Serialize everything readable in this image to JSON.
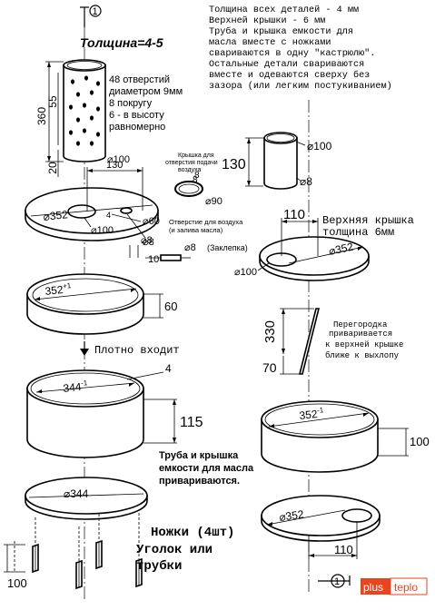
{
  "top_notes": [
    "Толщина всех деталей - 4 мм",
    "Верхней крышки - 6 мм",
    "Труба и крышка емкости для",
    "масла вместе с ножками",
    "свариваются в одну \"кастрюлю\".",
    "Остальные детали свариваются",
    "вместе и одеваются сверху без",
    "зазора (или легким постукиванием)"
  ],
  "section_marker": "1",
  "thickness_label": "Толщина=4-5",
  "pipe_notes": [
    "48 отверстий",
    "диаметром 9мм",
    "8 покругу",
    "6 - в высоту",
    "равномерно"
  ],
  "dims": {
    "d360": "360",
    "d55": "55",
    "d20": "20",
    "d100_pipe": "100",
    "d130_disk": "130",
    "d352_disk": "352",
    "d4_disk": "4",
    "d60_disk": "60",
    "d100_disk": "100",
    "d8_disk": "8",
    "d8_ring": "8",
    "d90_ring": "90",
    "d8_plug": "8",
    "d10_plug": "10",
    "d352_ring": "352",
    "d352_ring_tol": "+1",
    "d60_ring": "60",
    "d344_tank": "344",
    "d344_tank_tol": "-1",
    "d4_tank": "4",
    "d115_tank": "115",
    "d344_lid": "344",
    "d100_legs": "100",
    "d100_top_pipe": "100",
    "d130_top_pipe": "130",
    "d8_top_pipe": "8",
    "d110_top_lid": "110",
    "d352_top_lid": "352",
    "d100_top_lid": "100",
    "d330_baffle": "330",
    "d70_baffle": "70",
    "d352_ring_r": "352",
    "d352_ring_r_tol": "-1",
    "d100_ring_r": "100",
    "d352_bottom_r": "352",
    "d110_bottom_r": "110"
  },
  "labels": {
    "air_hole_title": [
      "Крышка для",
      "отверстия подачи",
      "воздуха"
    ],
    "air_hole_note": [
      "Отверстие для воздуха",
      "(и залива масла)"
    ],
    "plug": "(Заклепка)",
    "fits_tight": "Плотно входит",
    "welded_note": [
      "Труба и крышка",
      "емкости для масла",
      "привариваются."
    ],
    "legs": [
      "Ножки (4шт)",
      "Уголок или",
      "трубки"
    ],
    "top_lid": [
      "Верхняя крышка",
      "толщина 6мм"
    ],
    "baffle": [
      "Перегородка",
      "приваривается",
      "к верхней крышке",
      "ближе к выхлопу"
    ]
  },
  "diameter_sign": "⌀",
  "brand": {
    "plus": "plus",
    "teplo": "teplo"
  },
  "colors": {
    "brand": "#e8451f",
    "ink": "#000000",
    "paper": "#ffffff"
  }
}
